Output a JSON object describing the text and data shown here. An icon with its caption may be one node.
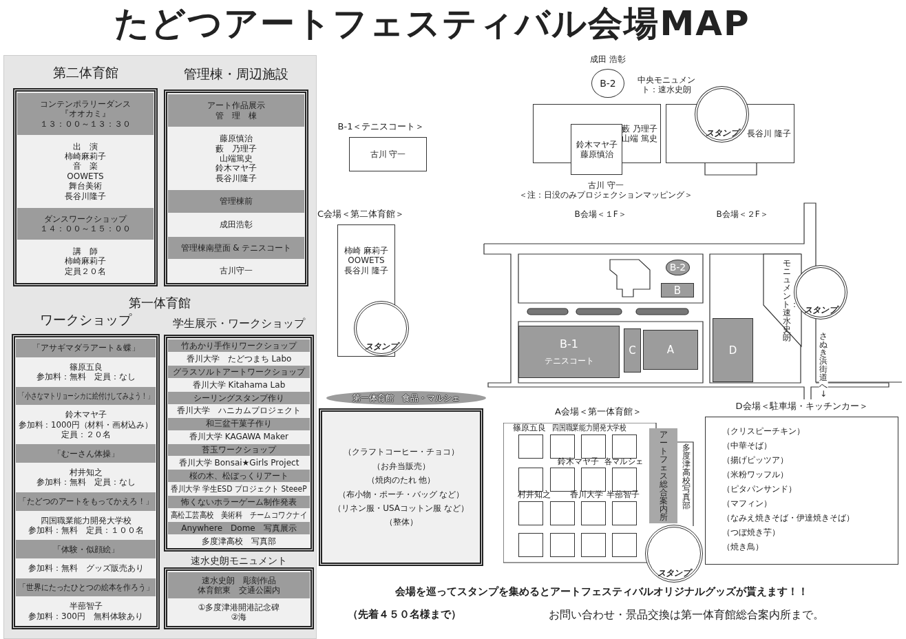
{
  "diagram": {
    "title": "たどつアートフェスティバル会場MAP",
    "nodes": [
      {
        "text": [],
        "shape": "box"
      },
      {
        "text": [
          "第二体育館"
        ],
        "in": 0
      },
      {
        "text": [
          "コンテンポラリーダンス",
          "『オオカミ』",
          "１３：００～１３：３０"
        ],
        "in": 1
      },
      {
        "text": [
          "出　演",
          "柿崎麻莉子",
          "音　楽",
          "OOWETS",
          "舞台美術",
          "長谷川隆子"
        ],
        "in": 1
      },
      {
        "text": [
          "ダンスワークショップ",
          "１４：００～１５：００"
        ],
        "in": 1
      },
      {
        "text": [
          "講　師",
          "柿崎麻莉子",
          "定員２０名"
        ],
        "in": 1
      },
      {
        "text": [
          "管理棟・周辺施設"
        ],
        "in": 0
      },
      {
        "text": [
          "アート作品展示",
          "管　理　棟"
        ],
        "in": 6
      },
      {
        "text": [
          "藤原慎治",
          "藪　乃理子",
          "山端篤史",
          "鈴木マヤ子",
          "長谷川隆子"
        ],
        "in": 6
      },
      {
        "text": [
          "管理棟前"
        ],
        "in": 6
      },
      {
        "text": [
          "成田浩彰"
        ],
        "in": 6
      },
      {
        "text": [
          "管理棟南壁面 & テニスコート"
        ],
        "in": 6
      },
      {
        "text": [
          "古川守一"
        ],
        "in": 6
      },
      {
        "text": [
          "ワークショップ"
        ],
        "in": 0
      },
      {
        "text": [
          "「アサギマダラアート＆蝶」"
        ],
        "in": 13
      },
      {
        "text": [
          "篠原五良",
          "参加料：無料　定員：なし"
        ],
        "in": 13
      },
      {
        "text": [
          "「小さなマトリョーシカに絵付けしてみよう！」"
        ],
        "in": 13
      },
      {
        "text": [
          "鈴木マヤ子",
          "参加料：1000円（材料・画材込み）",
          "定員：２０名"
        ],
        "in": 13
      },
      {
        "text": [
          "「むーさん体操」"
        ],
        "in": 13
      },
      {
        "text": [
          "村井知之",
          "参加料：無料　定員：なし"
        ],
        "in": 13
      },
      {
        "text": [
          "「たどつのアートをもってかえろ！」"
        ],
        "in": 13
      },
      {
        "text": [
          "四国職業能力開発大学校",
          "参加料：無料　定員：１００名"
        ],
        "in": 13
      },
      {
        "text": [
          "「体験・似顔絵」"
        ],
        "in": 13
      },
      {
        "text": [
          "参加料：無料　グッズ販売あり"
        ],
        "in": 13
      },
      {
        "text": [
          "「世界にたったひとつの絵本を作ろう」"
        ],
        "in": 13
      },
      {
        "text": [
          "半蔀智子",
          "参加料：300円　無料体験あり"
        ],
        "in": 13
      },
      {
        "text": [
          "学生展示・ワークショップ"
        ],
        "in": 0
      },
      {
        "text": [
          "竹あかり手作りワークショップ"
        ],
        "in": 26
      },
      {
        "text": [
          "香川大学　たどつまち Labo"
        ],
        "in": 26
      },
      {
        "text": [
          "グラスソルトアートワークショップ"
        ],
        "in": 26
      },
      {
        "text": [
          "香川大学 Kitahama Lab"
        ],
        "in": 26
      },
      {
        "text": [
          "シーリングスタンプ作り"
        ],
        "in": 26
      },
      {
        "text": [
          "香川大学　ハニカムプロジェクト"
        ],
        "in": 26
      },
      {
        "text": [
          "和三盆干菓子作り"
        ],
        "in": 26
      },
      {
        "text": [
          "香川大学 KAGAWA Maker"
        ],
        "in": 26
      },
      {
        "text": [
          "苔玉ワークショップ"
        ],
        "in": 26
      },
      {
        "text": [
          "香川大学 Bonsai★Girls Project"
        ],
        "in": 26
      },
      {
        "text": [
          "桜の木、松ぼっくりアート"
        ],
        "in": 26
      },
      {
        "text": [
          "香川大学 学生ESD プロジェクト SteeeP"
        ],
        "in": 26
      },
      {
        "text": [
          "怖くないホラーゲーム制作発表"
        ],
        "in": 26
      },
      {
        "text": [
          "高松工芸高校　美術科　チームコワクナイ"
        ],
        "in": 26
      },
      {
        "text": [
          "Anywhere　Dome　写真展示"
        ],
        "in": 26
      },
      {
        "text": [
          "多度津高校　写真部"
        ],
        "in": 26
      },
      {
        "text": [
          "速水史朗モニュメント"
        ],
        "in": 0
      },
      {
        "text": [
          "速水史朗　彫刻作品",
          "体育館東　交通公園内"
        ],
        "in": 43
      },
      {
        "text": [
          "①多度津港開港記念碑",
          "②海"
        ],
        "in": 43
      },
      {
        "text": [
          "第一体育館　食品・マルシェ"
        ]
      },
      {
        "text": [
          "（クラフトコーヒー・チョコ）",
          "（お弁当販売）",
          "（焼肉のたれ 他）",
          "（布小物・ポーチ・バッグ など）",
          "（リネン服・USAコットン服 など）",
          "（整体）"
        ]
      },
      {
        "text": [
          "B-2"
        ],
        "beside": [
          "成田 浩彰"
        ]
      },
      {
        "text": [
          "B-1＜テニスコート＞",
          "古川 守一"
        ]
      },
      {
        "text": [
          "藪 乃理子",
          "山端 篤史"
        ]
      },
      {
        "text": [
          "鈴木マヤ子",
          "藤原慎治"
        ]
      },
      {
        "text": [
          "長谷川 隆子"
        ]
      },
      {
        "text": [
          "スタンプ"
        ]
      },
      {
        "text": [
          "C会場＜第二体育館＞",
          "柿崎 麻莉子",
          "OOWETS",
          "長谷川 隆子"
        ]
      },
      {
        "text": [
          "スタンプ"
        ]
      },
      {
        "text": [
          "B-1",
          "テニスコート"
        ]
      },
      {
        "text": [
          "C"
        ]
      },
      {
        "text": [
          "A"
        ]
      },
      {
        "text": [
          "D"
        ]
      },
      {
        "text": [
          "B-2"
        ]
      },
      {
        "text": [
          "B"
        ]
      },
      {
        "text": [
          "モニュメント：速水史朗"
        ]
      },
      {
        "text": [
          "スタンプ"
        ]
      },
      {
        "text": [
          "A会場＜第一体育館＞"
        ]
      },
      {
        "text": [],
        "shape": "box",
        "in": 64
      },
      {
        "text": [],
        "shape": "box",
        "in": 64
      },
      {
        "text": [],
        "shape": "box",
        "in": 64
      },
      {
        "text": [],
        "shape": "box",
        "in": 64
      },
      {
        "text": [],
        "shape": "box",
        "in": 64
      },
      {
        "text": [],
        "shape": "box",
        "in": 64
      },
      {
        "text": [],
        "shape": "box",
        "in": 64
      },
      {
        "text": [],
        "shape": "box",
        "in": 64
      },
      {
        "text": [],
        "shape": "box",
        "in": 64
      },
      {
        "text": [],
        "shape": "box",
        "in": 64
      },
      {
        "text": [],
        "shape": "box",
        "in": 64
      },
      {
        "text": [],
        "shape": "box",
        "in": 64
      },
      {
        "text": [],
        "shape": "box",
        "in": 64
      },
      {
        "text": [],
        "shape": "box",
        "in": 64
      },
      {
        "text": [],
        "shape": "box",
        "in": 64
      },
      {
        "text": [],
        "shape": "box",
        "in": 64
      },
      {
        "text": [
          "アートフェス総合案内所"
        ],
        "in": 64
      },
      {
        "text": [
          "スタンプ"
        ]
      },
      {
        "text": [
          "D会場＜駐車場・キッチンカー＞",
          "（クリスピーチキン）",
          "（中華そば）",
          "（揚げピッツア）",
          "（米粉ワッフル）",
          "（ピタパンサンド）",
          "（マフィン）",
          "（なみえ焼きそば・伊達焼きそば）",
          "（つぼ焼き芋）",
          "（焼き鳥）"
        ]
      }
    ],
    "labels": [
      "第一体育館",
      "中央モニュメント：速水史朗",
      "古川 守一",
      "＜注：日没のみプロジェクションマッピング＞",
      "B会場＜１F＞",
      "B会場＜２F＞",
      "さぬき浜街道へ↓",
      "篠原五良",
      "四国職業能力開発大学校",
      "鈴木マヤ子",
      "各マルシェ",
      "村井知之",
      "香川大学",
      "半蔀智子",
      "多度津高校写真部",
      "会場を巡ってスタンプを集めるとアートフェスティバルオリジナルグッズが貰えます！！",
      "（先着４５０名様まで）",
      "お問い合わせ・景品交換は第一体育館総合案内所まで。"
    ]
  }
}
